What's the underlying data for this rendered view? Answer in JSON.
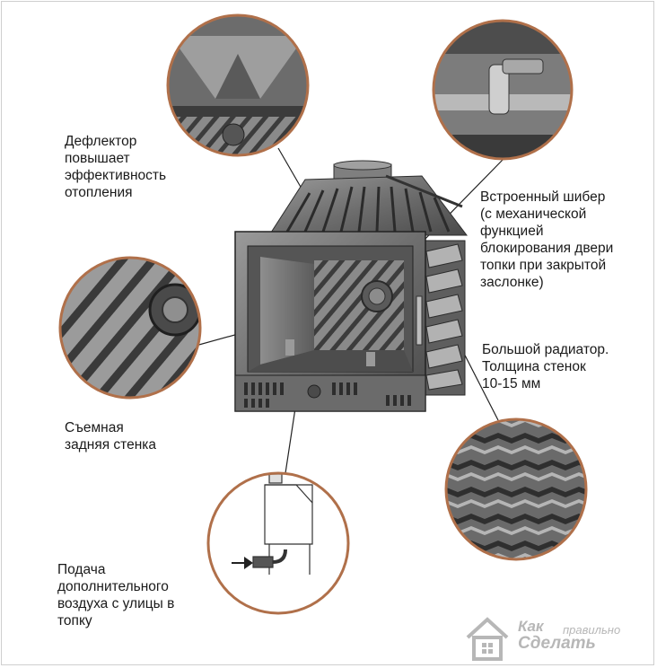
{
  "labels": {
    "deflector": [
      "Дефлектор",
      "повышает",
      "эффективность",
      "отопления"
    ],
    "damper": [
      "Встроенный шибер",
      "(с механической",
      "функцией",
      "блокирования двери",
      "топки при закрытой",
      "заслонке)"
    ],
    "radiator": [
      "Большой радиатор.",
      "Толщина стенок",
      "10-15 мм"
    ],
    "backwall": [
      "Съемная",
      "задняя стенка"
    ],
    "air": [
      "Подача",
      "дополнительного",
      "воздуха с улицы в",
      "топку"
    ]
  },
  "logo": {
    "line1": "Как",
    "line2": "правильно",
    "line3": "Сделать"
  },
  "colors": {
    "callout_ring": "#b0704a",
    "leader_line": "#222222",
    "metal_dark": "#3b3b3b",
    "metal_mid": "#7a7a7a",
    "metal_light": "#c9c9c9",
    "logo": "#b7b7b7"
  }
}
